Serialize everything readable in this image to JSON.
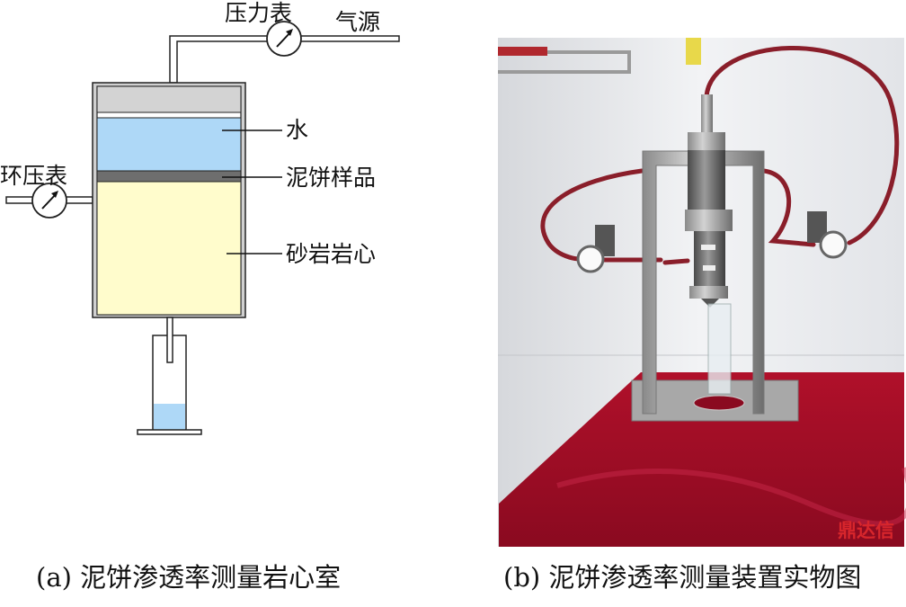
{
  "panel_a": {
    "labels": {
      "pressure_gauge": "压力表",
      "gas_source": "气源",
      "water": "水",
      "mud_cake_sample": "泥饼样品",
      "confining_gauge": "环压表",
      "sandstone_core": "砂岩岩心"
    },
    "caption": "(a) 泥饼渗透率测量岩心室",
    "colors": {
      "piston": "#d3d3d3",
      "water": "#aed8f7",
      "mud_cake": "#6e6e6e",
      "sandstone": "#fffccc"
    }
  },
  "panel_b": {
    "caption": "(b) 泥饼渗透率测量装置实物图",
    "watermark": "鼎达信"
  }
}
